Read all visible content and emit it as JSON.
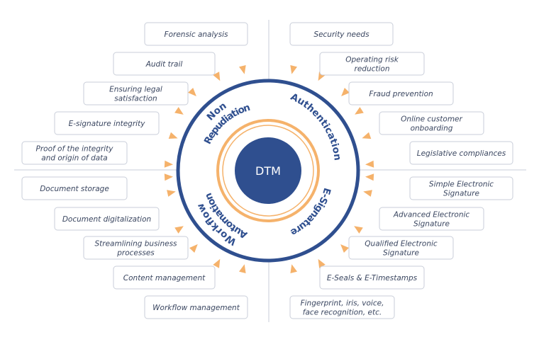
{
  "colors": {
    "ring": "#2f4f8f",
    "accent": "#f5b26b",
    "box_border": "#c9ced9",
    "divider": "#c9ced9",
    "text": "#3a4660"
  },
  "center": {
    "label": "DTM"
  },
  "sectors": {
    "non_repudiation": [
      "Non",
      "Repudiation"
    ],
    "authentication": "Authentication",
    "workflow_automation": [
      "Workflow",
      "Automation"
    ],
    "e_signature": "E-Signature"
  },
  "left_items": [
    {
      "lines": [
        "Forensic analysis"
      ]
    },
    {
      "lines": [
        "Audit trail"
      ]
    },
    {
      "lines": [
        "Ensuring legal",
        "satisfaction"
      ]
    },
    {
      "lines": [
        "E-signature integrity"
      ]
    },
    {
      "lines": [
        "Proof of the integrity",
        "and origin of data"
      ]
    },
    {
      "lines": [
        "Document storage"
      ]
    },
    {
      "lines": [
        "Document digitalization"
      ]
    },
    {
      "lines": [
        "Streamlining business",
        "processes"
      ]
    },
    {
      "lines": [
        "Content management"
      ]
    },
    {
      "lines": [
        "Workflow management"
      ]
    }
  ],
  "right_items": [
    {
      "lines": [
        "Security needs"
      ]
    },
    {
      "lines": [
        "Operating risk",
        "reduction"
      ]
    },
    {
      "lines": [
        "Fraud prevention"
      ]
    },
    {
      "lines": [
        "Online customer",
        "onboarding"
      ]
    },
    {
      "lines": [
        "Legislative compliances"
      ]
    },
    {
      "lines": [
        "Simple Electronic",
        "Signature"
      ]
    },
    {
      "lines": [
        "Advanced Electronic",
        "Signature"
      ]
    },
    {
      "lines": [
        "Qualified Electronic",
        "Signature"
      ]
    },
    {
      "lines": [
        "E-Seals & E-Timestamps"
      ]
    },
    {
      "lines": [
        "Fingerprint, iris, voice,",
        "face recognition, etc."
      ]
    }
  ]
}
